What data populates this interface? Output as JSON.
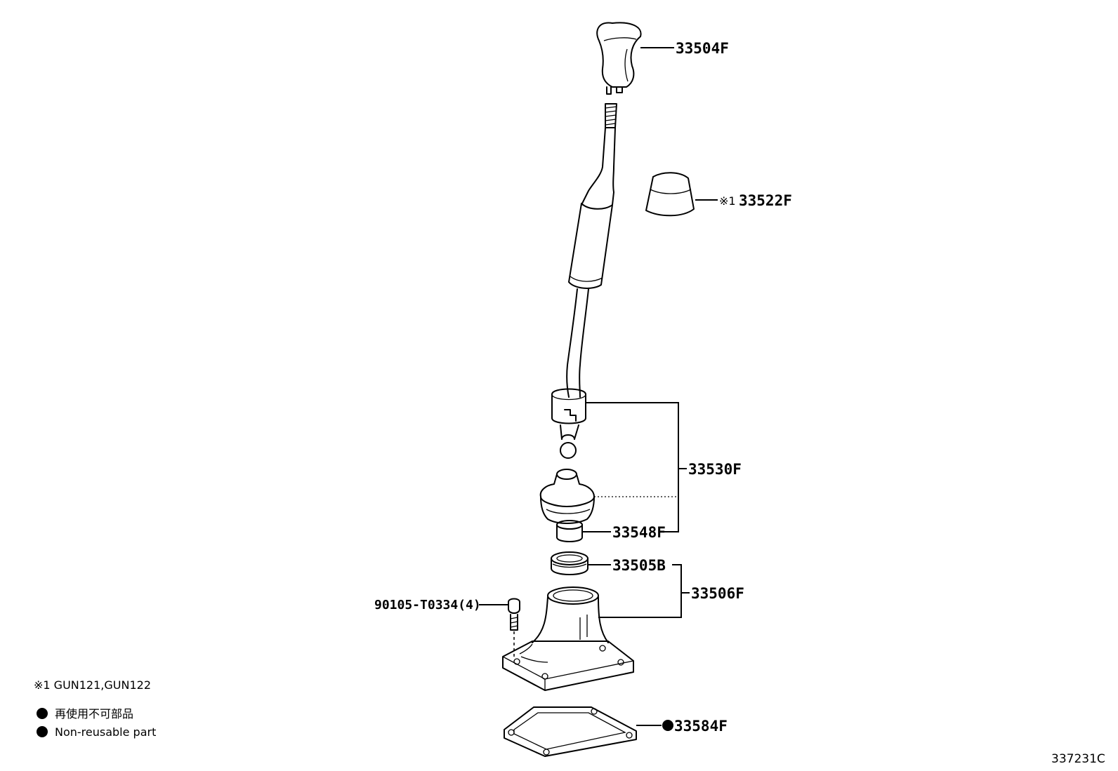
{
  "parts": {
    "knob": "33504F",
    "cap": "33522F",
    "cap_marker": "※1",
    "lever_assy": "33530F",
    "bushing": "33548F",
    "seal": "33505B",
    "retainer": "33506F",
    "bolt": "90105-T0334(4)",
    "gasket": "33584F"
  },
  "legend": {
    "applicability": "※1 GUN121,GUN122",
    "nonreusable_jp": "再使用不可部品",
    "nonreusable_en": "Non-reusable part"
  },
  "diagram_code": "337231C",
  "colors": {
    "line": "#000000",
    "background": "#ffffff"
  }
}
